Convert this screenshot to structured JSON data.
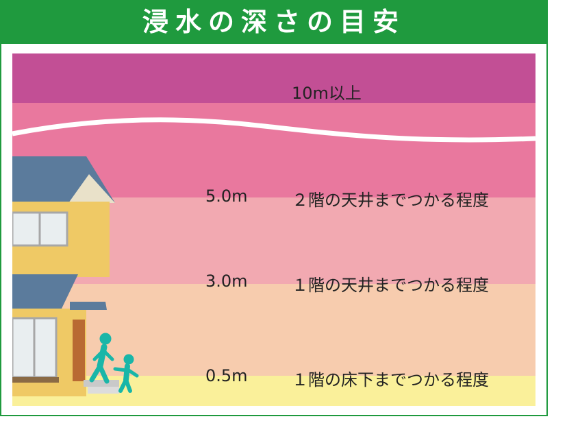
{
  "title": "浸水の深さの目安",
  "colors": {
    "frame": "#1f9a3e",
    "band_top": "#c24f95",
    "band_1": "#e9789e",
    "band_2": "#f2a9b1",
    "band_3": "#f7ccae",
    "band_4": "#faf09a",
    "wave": "#ffffff",
    "figure": "#19b6a8"
  },
  "levels": [
    {
      "depth": "",
      "description": "10m以上"
    },
    {
      "depth": "5.0m",
      "description": "２階の天井までつかる程度"
    },
    {
      "depth": "3.0m",
      "description": "１階の天井までつかる程度"
    },
    {
      "depth": "0.5m",
      "description": "１階の床下までつかる程度"
    }
  ],
  "icons": [
    "house-icon",
    "adult-walking-icon",
    "child-walking-icon"
  ]
}
